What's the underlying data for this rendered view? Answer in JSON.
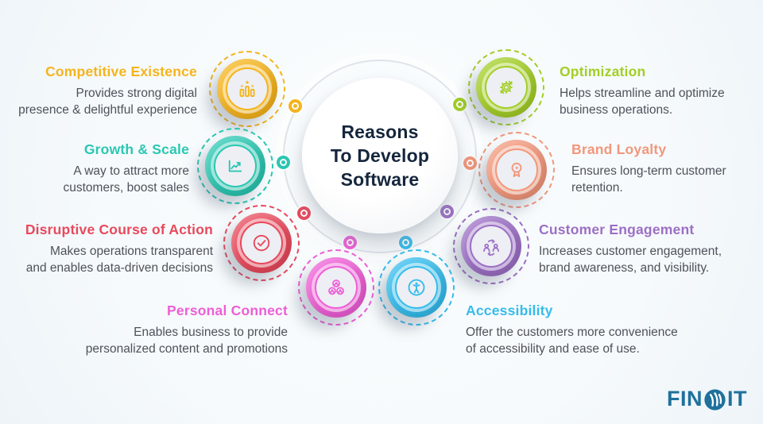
{
  "title": {
    "line1": "Reasons",
    "line2": "To Develop",
    "line3": "Software"
  },
  "items": [
    {
      "label": "Competitive Existence",
      "desc1": "Provides strong digital",
      "desc2": "presence & delightful experience",
      "color": "#F5B41D"
    },
    {
      "label": "Growth & Scale",
      "desc1": "A way to attract more",
      "desc2": "customers, boost sales",
      "color": "#2BC7B2"
    },
    {
      "label": "Disruptive Course of Action",
      "desc1": "Makes operations transparent",
      "desc2": "and enables data-driven decisions",
      "color": "#E8495C"
    },
    {
      "label": "Personal Connect",
      "desc1": "Enables business to provide",
      "desc2": "personalized content and promotions",
      "color": "#EE5ED6"
    },
    {
      "label": "Optimization",
      "desc1": "Helps streamline and optimize",
      "desc2": "business operations.",
      "color": "#A3CE27"
    },
    {
      "label": "Brand Loyalty",
      "desc1": "Ensures long-term customer",
      "desc2": "retention.",
      "color": "#F2977B"
    },
    {
      "label": "Customer Engagement",
      "desc1": "Increases customer engagement,",
      "desc2": "brand awareness, and visibility.",
      "color": "#9C6FC5"
    },
    {
      "label": "Accessibility",
      "desc1": "Offer the customers more convenience",
      "desc2": "of accessibility and ease of use.",
      "color": "#35BCEC"
    }
  ],
  "logo": {
    "prefix": "FIN",
    "suffix": "IT",
    "color": "#1F719C"
  }
}
